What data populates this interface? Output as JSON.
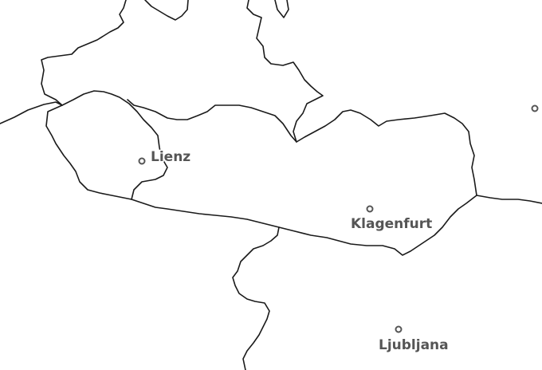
{
  "map": {
    "background": "#ffffff",
    "border_color": "#1a1a1a",
    "label_color": "#555555",
    "cities": [
      {
        "name": "Lienz"
      },
      {
        "name": "Klagenfurt"
      },
      {
        "name": "Ljubljana"
      },
      {
        "name": ""
      }
    ]
  }
}
